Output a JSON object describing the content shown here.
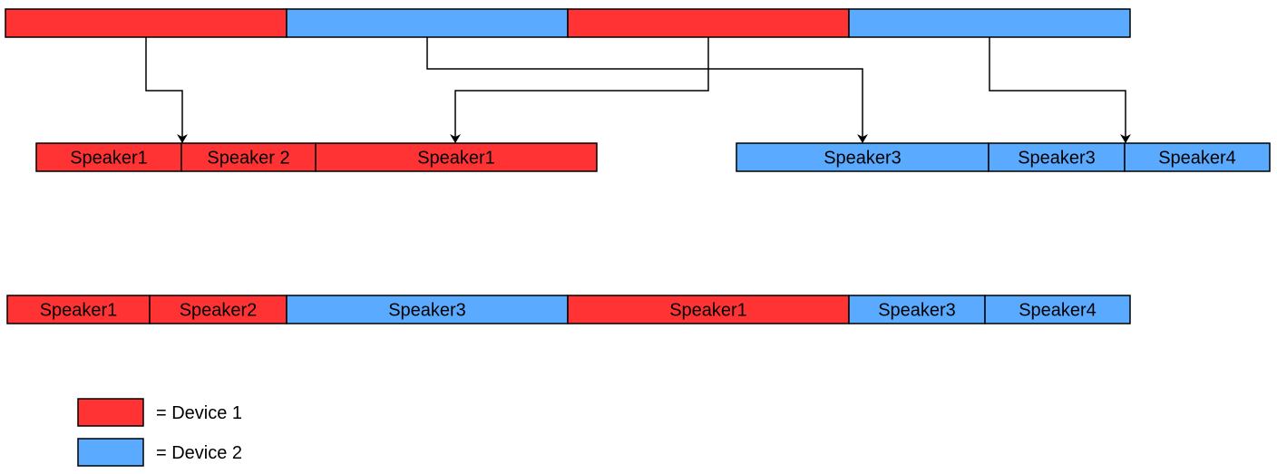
{
  "colors": {
    "device1": "#ff3333",
    "device2": "#5aabff",
    "stroke": "#000000"
  },
  "source_track": {
    "segments": [
      {
        "device": "device1"
      },
      {
        "device": "device2"
      },
      {
        "device": "device1"
      },
      {
        "device": "device2"
      }
    ]
  },
  "device1_track": {
    "segments": [
      {
        "label": "Speaker1",
        "device": "device1"
      },
      {
        "label": "Speaker 2",
        "device": "device1"
      },
      {
        "label": "Speaker1",
        "device": "device1"
      }
    ]
  },
  "device2_track": {
    "segments": [
      {
        "label": "Speaker3",
        "device": "device2"
      },
      {
        "label": "Speaker3",
        "device": "device2"
      },
      {
        "label": "Speaker4",
        "device": "device2"
      }
    ]
  },
  "merged_track": {
    "segments": [
      {
        "label": "Speaker1",
        "device": "device1"
      },
      {
        "label": "Speaker2",
        "device": "device1"
      },
      {
        "label": "Speaker3",
        "device": "device2"
      },
      {
        "label": "Speaker1",
        "device": "device1"
      },
      {
        "label": "Speaker3",
        "device": "device2"
      },
      {
        "label": "Speaker4",
        "device": "device2"
      }
    ]
  },
  "legend": [
    {
      "device": "device1",
      "label": "= Device 1"
    },
    {
      "device": "device2",
      "label": "= Device 2"
    }
  ]
}
